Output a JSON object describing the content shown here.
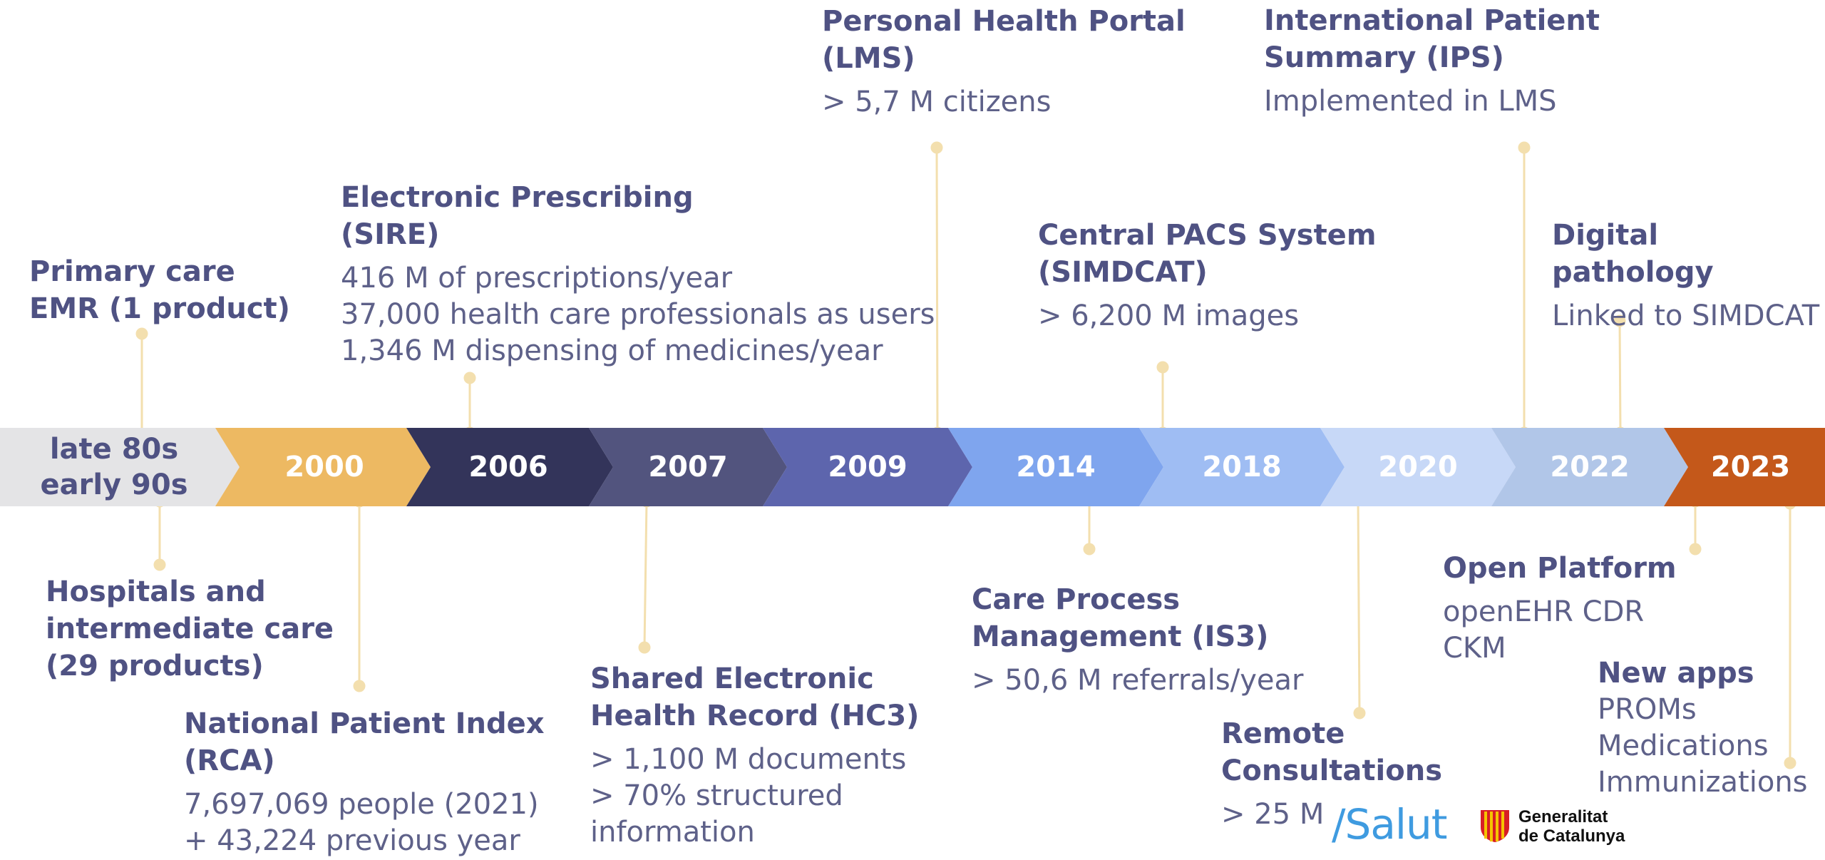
{
  "timeline": {
    "periods": [
      {
        "label": "late 80s\nearly 90s",
        "color": "#e4e4e6"
      },
      {
        "label": "2000",
        "color": "#edb962"
      },
      {
        "label": "2006",
        "color": "#33345a"
      },
      {
        "label": "2007",
        "color": "#52547e"
      },
      {
        "label": "2009",
        "color": "#5d65ad"
      },
      {
        "label": "2014",
        "color": "#7fa5ee"
      },
      {
        "label": "2018",
        "color": "#9fbdf3"
      },
      {
        "label": "2020",
        "color": "#c7d8f7"
      },
      {
        "label": "2022",
        "color": "#b1c6e8"
      },
      {
        "label": "2023",
        "color": "#c4581a"
      }
    ]
  },
  "milestones": {
    "primary_care": {
      "title": "Primary care\nEMR (1 product)"
    },
    "hospitals": {
      "title": "Hospitals and\nintermediate care\n(29 products)"
    },
    "national_index": {
      "title": "National Patient Index\n(RCA)",
      "body": "7,697,069 people (2021)\n+ 43,224 previous year"
    },
    "prescribing": {
      "title": "Electronic Prescribing\n(SIRE)",
      "body": "416 M of prescriptions/year\n37,000 health care professionals as users\n1,346 M dispensing of medicines/year"
    },
    "hc3": {
      "title": "Shared Electronic\nHealth Record (HC3)",
      "body": "> 1,100 M documents\n> 70% structured\ninformation"
    },
    "portal": {
      "title": "Personal Health Portal\n(LMS)",
      "body": "> 5,7 M citizens"
    },
    "care_process": {
      "title": "Care Process\nManagement (IS3)",
      "body": "> 50,6 M referrals/year"
    },
    "pacs": {
      "title": "Central PACS System\n(SIMDCAT)",
      "body": "> 6,200 M images"
    },
    "remote": {
      "title": "Remote\nConsultations",
      "body": "> 25 M"
    },
    "ips": {
      "title": "International Patient\nSummary (IPS)",
      "body": "Implemented in LMS"
    },
    "pathology": {
      "title": "Digital pathology",
      "body": "Linked to SIMDCAT"
    },
    "open_platform": {
      "title": "Open Platform",
      "body": "openEHR CDR\nCKM"
    },
    "new_apps": {
      "title": "New apps",
      "body": "PROMs\nMedications\nImmunizations"
    }
  },
  "logos": {
    "salut": "/Salut",
    "generalitat": "Generalitat\nde Catalunya"
  },
  "colors": {
    "connector": "#f3dfae",
    "text": "#4f5283"
  }
}
